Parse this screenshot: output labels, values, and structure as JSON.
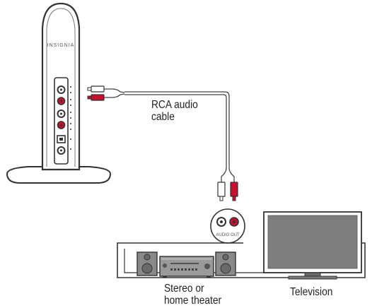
{
  "brand": "INSIGNIA",
  "cable_label": {
    "line1": "RCA audio",
    "line2": "cable"
  },
  "audio_out_label": "AUDIO OUT",
  "stereo_label": {
    "line1": "Stereo or",
    "line2": "home theater"
  },
  "tv_label": "Television",
  "colors": {
    "line": "#333333",
    "red_plug": "#c8102e",
    "device_gray": "#8a8a8a",
    "screen_gray": "#7d7d7d"
  }
}
